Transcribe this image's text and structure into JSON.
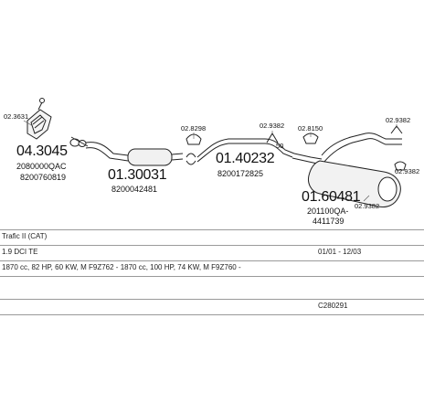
{
  "parts": {
    "p1": {
      "number": "04.3045",
      "refs": [
        "2080000QAC",
        "8200760819"
      ]
    },
    "p2": {
      "number": "01.30031",
      "refs": [
        "8200042481"
      ]
    },
    "p3": {
      "number": "01.40232",
      "refs": [
        "8200172825"
      ]
    },
    "p4": {
      "number": "01.60481",
      "refs": [
        "201100QA-",
        "4411739"
      ]
    }
  },
  "small_labels": [
    "02.3631",
    "02.8298",
    "02.9382",
    "02.8150",
    "02.9382",
    "02.9382",
    "02.9382",
    "50"
  ],
  "info_rows": [
    {
      "left": "Trafic II (CAT)",
      "right": ""
    },
    {
      "left": "1.9 DCI TE",
      "right": "01/01 - 12/03"
    },
    {
      "left": "1870 cc, 82 HP, 60 KW, M F9Z762 - 1870 cc, 100 HP, 74 KW, M F9Z760 -",
      "right": ""
    },
    {
      "left": "",
      "right": ""
    },
    {
      "left": "",
      "right": "C280291"
    }
  ]
}
